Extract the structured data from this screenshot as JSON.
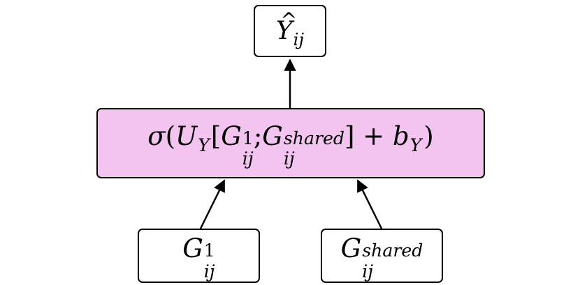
{
  "nodes": {
    "output": {
      "label": "Ŷij",
      "base": "Y",
      "hat": "^",
      "sub": "ij"
    },
    "combine": {
      "label": "σ(UY[G1ij;Gsharedij] + bY)",
      "sigma": "σ",
      "open_paren": "(",
      "U": "U",
      "U_sub": "Y",
      "open_bracket": "[",
      "G1_base": "G",
      "G1_sup": "1",
      "G1_sub": "ij",
      "semicolon": ";",
      "Gs_base": "G",
      "Gs_sup": "shared",
      "Gs_sub": "ij",
      "close_bracket": "]",
      "plus": " + ",
      "b": "b",
      "b_sub": "Y",
      "close_paren": ")"
    },
    "g1": {
      "label": "G1ij",
      "base": "G",
      "sup": "1",
      "sub": "ij"
    },
    "gshared": {
      "label": "Gsharedij",
      "base": "G",
      "sup": "shared",
      "sub": "ij"
    }
  },
  "edges": [
    {
      "from": "combine",
      "to": "output"
    },
    {
      "from": "g1",
      "to": "combine"
    },
    {
      "from": "gshared",
      "to": "combine"
    }
  ],
  "colors": {
    "combine_fill": "#f2c4ef",
    "node_fill": "#ffffff",
    "stroke": "#000000"
  }
}
